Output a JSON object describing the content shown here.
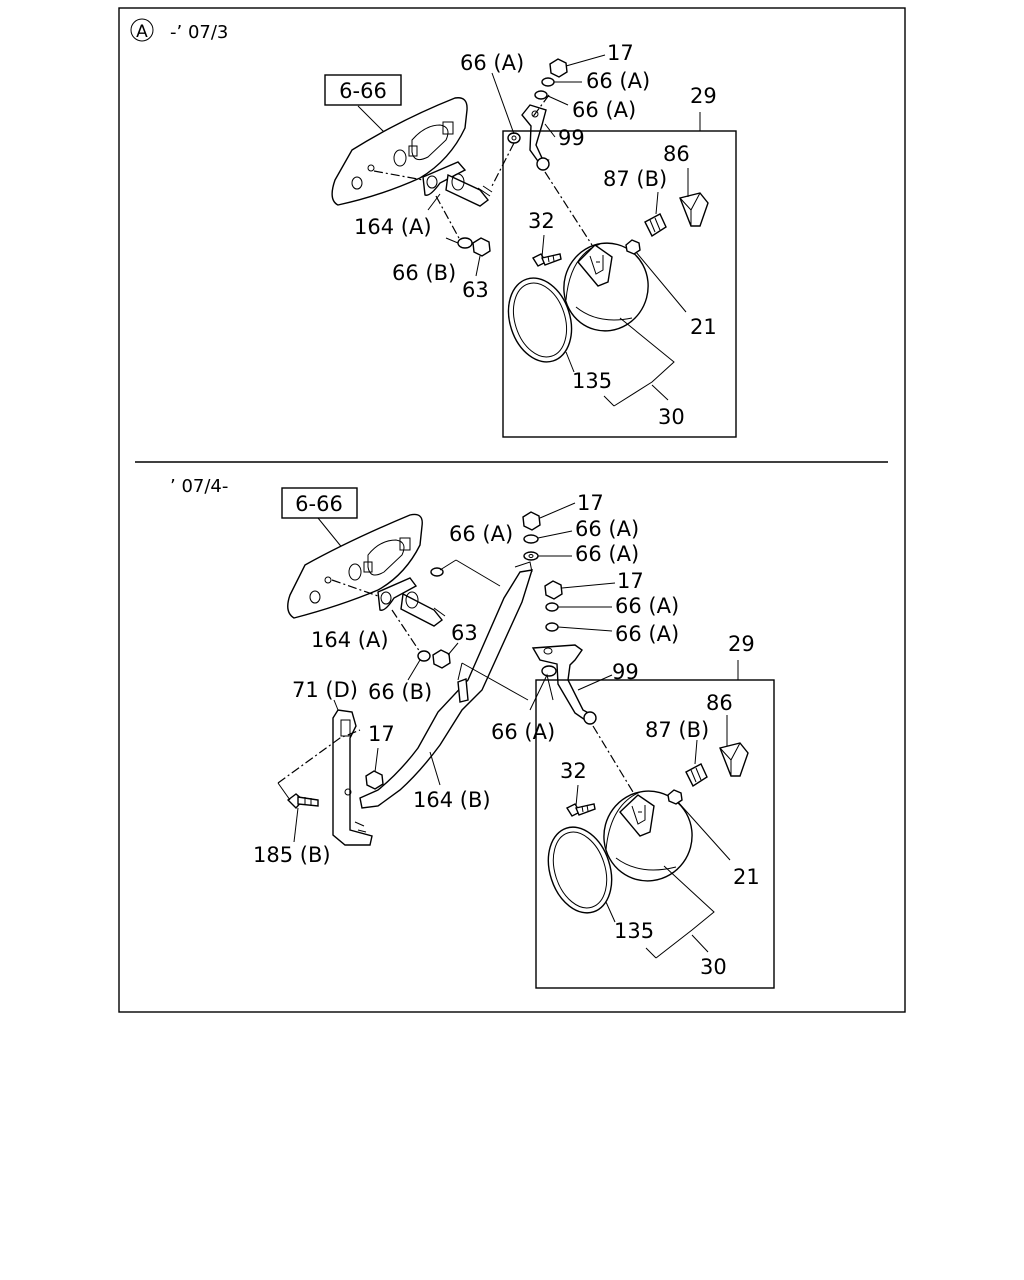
{
  "sections": [
    {
      "marker": "A",
      "period": "-’ 07/3",
      "reference_box": "6-66",
      "callouts": {
        "c1": "66 (A)",
        "c2": "17",
        "c3": "66 (A)",
        "c4": "66 (A)",
        "c5": "99",
        "c6": "29",
        "c7": "86",
        "c8": "87 (B)",
        "c9": "32",
        "c10": "164 (A)",
        "c11": "66 (B)",
        "c12": "63",
        "c13": "21",
        "c14": "135",
        "c15": "30"
      }
    },
    {
      "period": "’ 07/4-",
      "reference_box": "6-66",
      "callouts": {
        "d1": "17",
        "d2": "66 (A)",
        "d3": "66 (A)",
        "d4": "66 (A)",
        "d5": "17",
        "d6": "66 (A)",
        "d7": "66 (A)",
        "d8": "63",
        "d9": "164 (A)",
        "d10": "29",
        "d11": "99",
        "d12": "71 (D)",
        "d13": "66 (B)",
        "d14": "86",
        "d15": "66 (A)",
        "d16": "87 (B)",
        "d17": "17",
        "d18": "32",
        "d19": "164 (B)",
        "d20": "185 (B)",
        "d21": "21",
        "d22": "135",
        "d23": "30"
      }
    }
  ]
}
